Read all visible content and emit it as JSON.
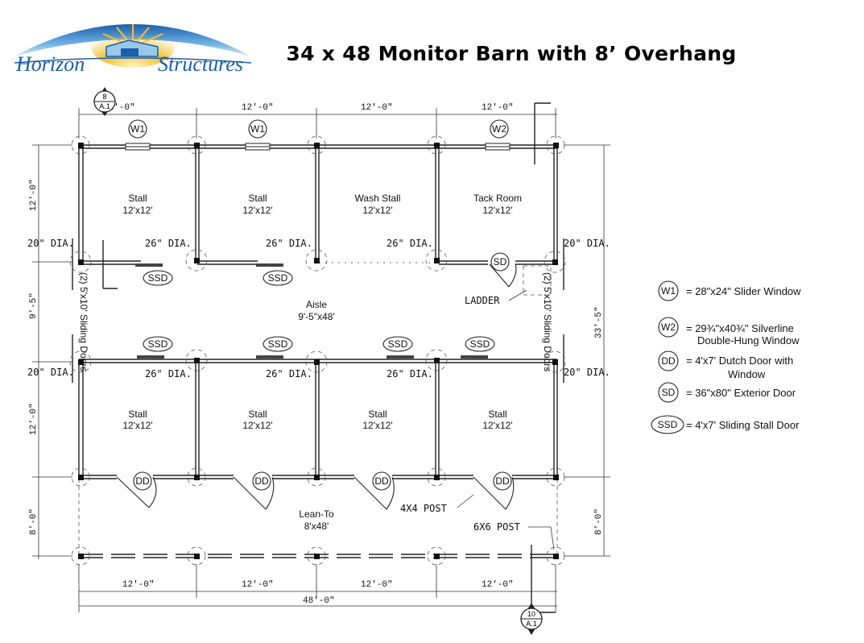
{
  "logo": {
    "text_left": "Horizon",
    "text_right": "Structures",
    "colors": {
      "sun": "#f2c12e",
      "arc": "#1b5fa8",
      "light": "#9ac8ea"
    }
  },
  "title": "34 x 48 Monitor Barn with 8’ Overhang",
  "rooms": {
    "stall": "Stall",
    "stall_size": "12'x12'",
    "wash_stall": "Wash Stall",
    "tack_room": "Tack Room",
    "aisle": "Aisle",
    "aisle_size": "9'-5\"x48'",
    "lean_to": "Lean-To",
    "lean_to_size": "8'x48'"
  },
  "dimensions": {
    "bay": "12'-0\"",
    "total_width": "48'-0\"",
    "stall_depth": "12'-0\"",
    "aisle_width": "9'-5\"",
    "lean_to_depth": "8'-0\"",
    "total_depth": "33'-5\"",
    "dia_20": "20\" DIA.",
    "dia_26": "26\" DIA."
  },
  "notes": {
    "sliding_doors": "(2) 5'x10' Sliding Doors",
    "ladder": "LADDER",
    "post_4x4": "4X4 POST",
    "post_6x6": "6X6 POST"
  },
  "section_markers": [
    {
      "top": "8",
      "bottom": "A.1"
    },
    {
      "top": "10",
      "bottom": "A.1"
    }
  ],
  "tags": {
    "w1": "W1",
    "w2": "W2",
    "dd": "DD",
    "sd": "SD",
    "ssd": "SSD"
  },
  "legend": [
    {
      "tag": "W1",
      "line1": "= 28\"x24\" Slider Window",
      "line2": ""
    },
    {
      "tag": "W2",
      "line1": "= 29¾\"x40¾\" Silverline",
      "line2": "Double-Hung Window"
    },
    {
      "tag": "DD",
      "line1": "= 4'x7' Dutch Door with",
      "line2": "Window"
    },
    {
      "tag": "SD",
      "line1": "= 36\"x80\" Exterior Door",
      "line2": ""
    },
    {
      "tag": "SSD",
      "line1": "= 4'x7' Sliding Stall Door",
      "line2": ""
    }
  ]
}
